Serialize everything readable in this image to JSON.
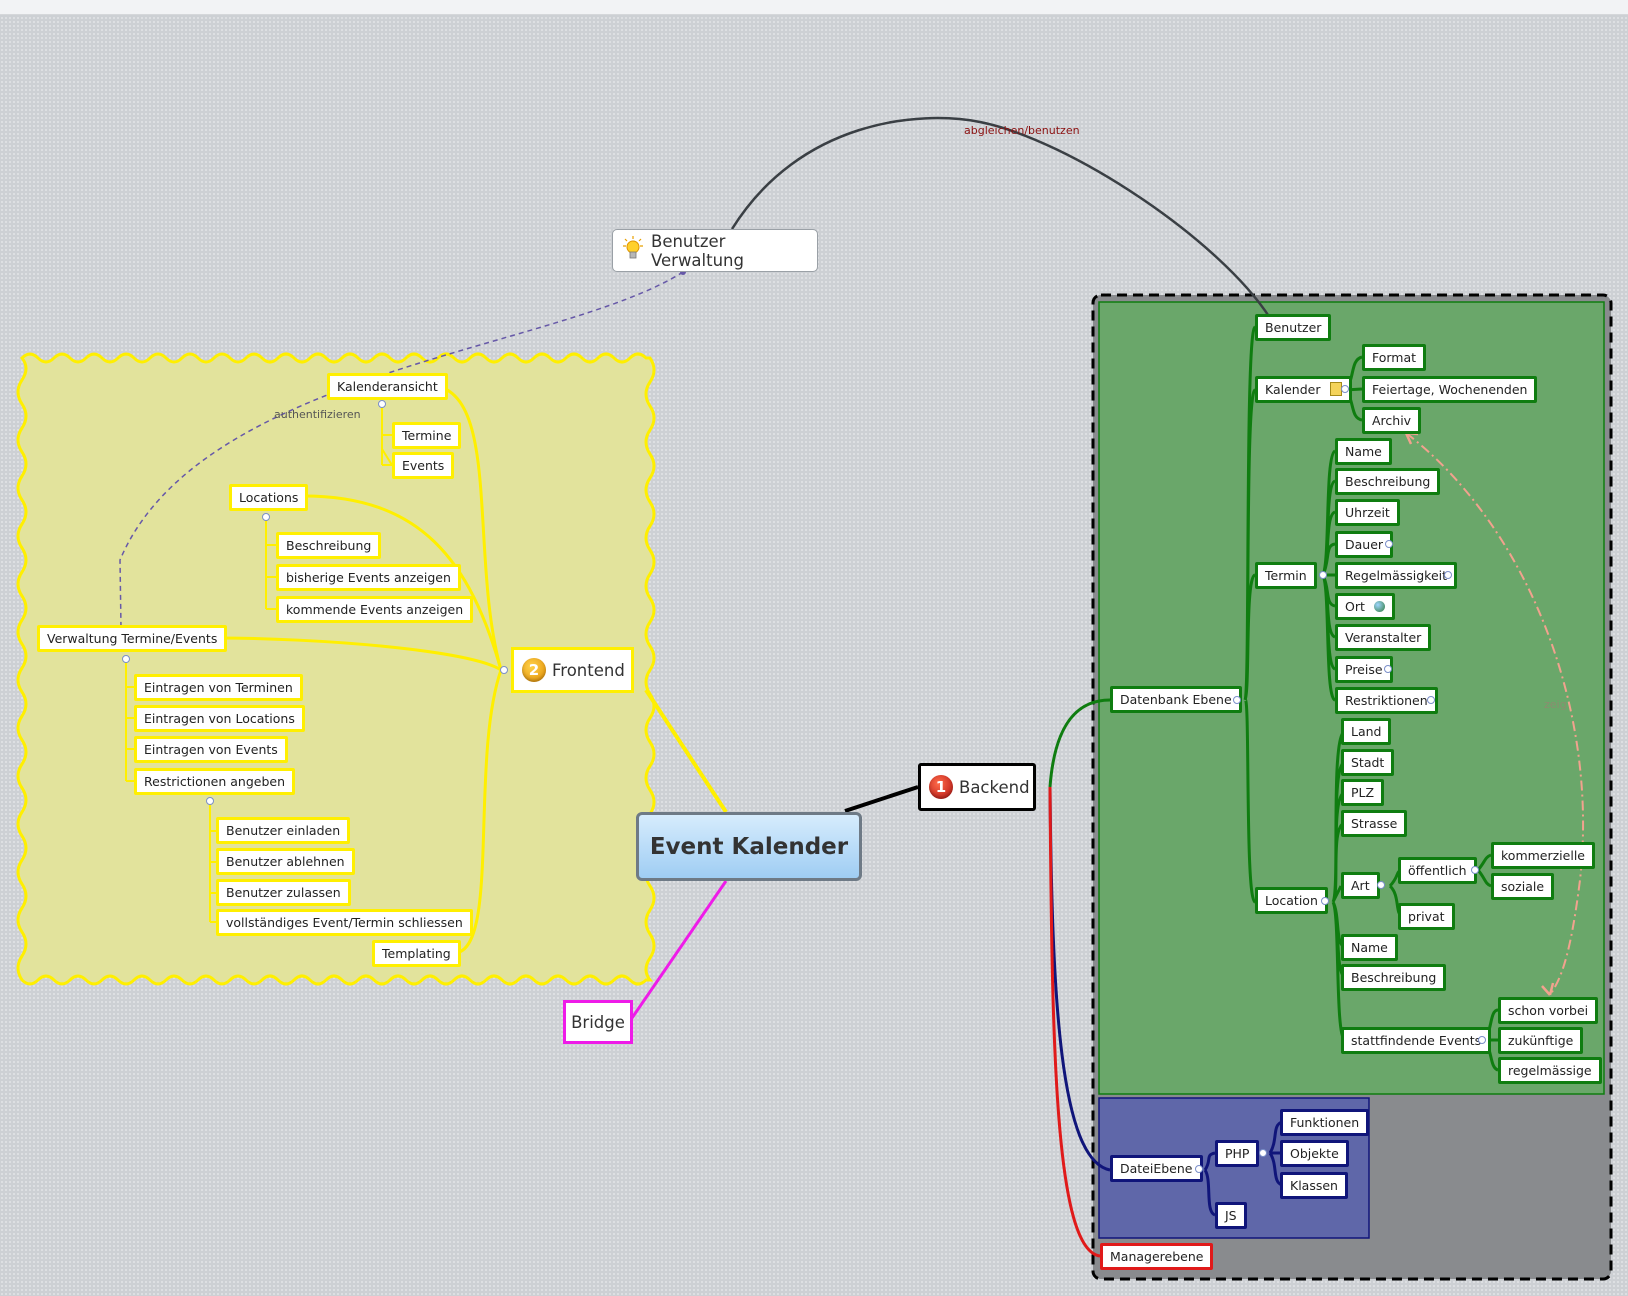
{
  "central": "Event Kalender",
  "callout": "Benutzer Verwaltung",
  "relations": {
    "top_arc": "abgleichen/benutzen",
    "auth": "authentifizieren",
    "archive_link": "zeig"
  },
  "branches": {
    "frontend": {
      "label": "Frontend",
      "badge": "2"
    },
    "backend": {
      "label": "Backend",
      "badge": "1"
    },
    "bridge": {
      "label": "Bridge"
    }
  },
  "frontend": {
    "kalenderansicht": "Kalenderansicht",
    "termine": "Termine",
    "events": "Events",
    "locations": "Locations",
    "beschreibung": "Beschreibung",
    "bisherige": "bisherige Events anzeigen",
    "kommende": "kommende Events anzeigen",
    "verwaltung": "Verwaltung Termine/Events",
    "eintragen_terminen": "Eintragen von Terminen",
    "eintragen_locations": "Eintragen von Locations",
    "eintragen_events": "Eintragen von Events",
    "restrictionen": "Restrictionen angeben",
    "einladen": "Benutzer einladen",
    "ablehnen": "Benutzer ablehnen",
    "zulassen": "Benutzer zulassen",
    "schliessen": "vollständiges Event/Termin schliessen",
    "templating": "Templating"
  },
  "backend": {
    "datenbank": "Datenbank Ebene",
    "benutzer": "Benutzer",
    "kalender": "Kalender",
    "format": "Format",
    "feiertage": "Feiertage, Wochenenden",
    "archiv": "Archiv",
    "termin": "Termin",
    "t_name": "Name",
    "t_beschreibung": "Beschreibung",
    "uhrzeit": "Uhrzeit",
    "dauer": "Dauer",
    "regelmaessigkeit": "Regelmässigkeit",
    "ort": "Ort",
    "veranstalter": "Veranstalter",
    "preise": "Preise",
    "restriktionen": "Restriktionen",
    "location": "Location",
    "land": "Land",
    "stadt": "Stadt",
    "plz": "PLZ",
    "strasse": "Strasse",
    "art": "Art",
    "oeffentlich": "öffentlich",
    "kommerzielle": "kommerzielle",
    "soziale": "soziale",
    "privat": "privat",
    "l_name": "Name",
    "l_beschreibung": "Beschreibung",
    "stattfindende": "stattfindende Events",
    "schon_vorbei": "schon vorbei",
    "zukuenftige": "zukünftige",
    "regelmaessige": "regelmässige",
    "datei": "DateiEbene",
    "php": "PHP",
    "funktionen": "Funktionen",
    "objekte": "Objekte",
    "klassen": "Klassen",
    "js": "JS",
    "manager": "Managerebene"
  },
  "colors": {
    "frontend": "#ffef00",
    "frontend_area": "#e2e39c",
    "backend": "#000000",
    "db_green": "#0f7d10",
    "db_area": "#6aa76a",
    "file_navy": "#10157a",
    "file_area": "#5f67a9",
    "manager_red": "#e01a1a",
    "bridge_magenta": "#ee1be8",
    "relation_dark": "#3a3f44",
    "relation_purple": "#6658a8",
    "relation_salmon": "#f2a28e",
    "central_blue": "#a9d2f4"
  }
}
